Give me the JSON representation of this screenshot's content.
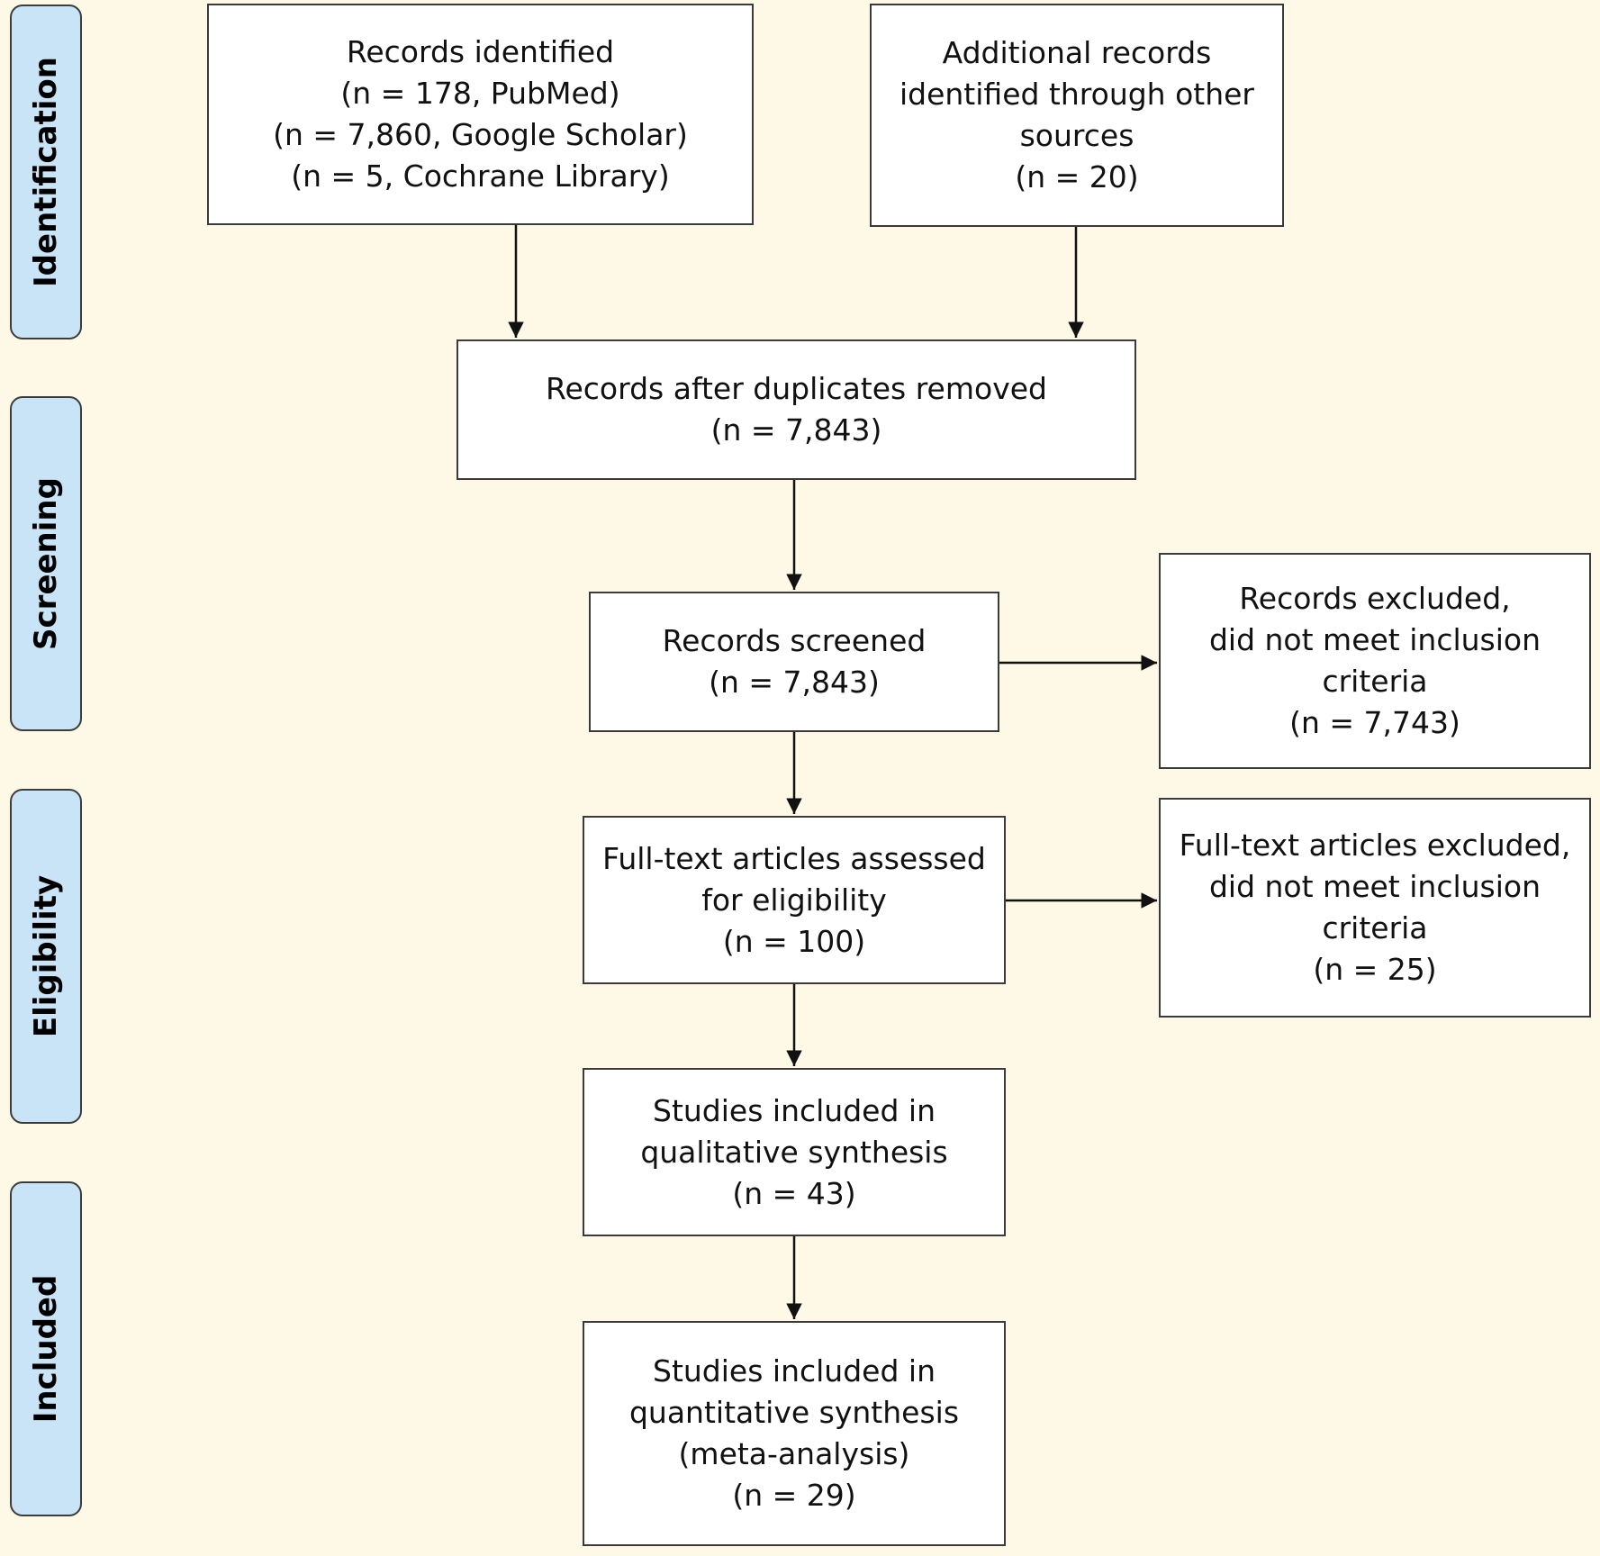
{
  "phases": {
    "identification": "Identification",
    "screening": "Screening",
    "eligibility": "Eligibility",
    "included": "Included"
  },
  "boxes": {
    "records_identified": [
      "Records identified",
      "(n = 178, PubMed)",
      "(n = 7,860, Google Scholar)",
      "(n = 5, Cochrane Library)"
    ],
    "additional_records": [
      "Additional records",
      "identified through other",
      "sources",
      "(n = 20)"
    ],
    "after_duplicates": [
      "Records after duplicates removed",
      "(n = 7,843)"
    ],
    "screened": [
      "Records screened",
      "(n = 7,843)"
    ],
    "records_excluded": [
      "Records excluded,",
      "did not meet inclusion",
      "criteria",
      "(n = 7,743)"
    ],
    "fulltext_assessed": [
      "Full-text articles assessed",
      "for eligibility",
      "(n = 100)"
    ],
    "fulltext_excluded": [
      "Full-text articles excluded,",
      "did not meet inclusion",
      "criteria",
      "(n = 25)"
    ],
    "qualitative": [
      "Studies included in",
      "qualitative synthesis",
      "(n = 43)"
    ],
    "quantitative": [
      "Studies included in",
      "quantitative synthesis",
      "(meta-analysis)",
      "(n = 29)"
    ]
  },
  "colors": {
    "background": "#fdf9e6",
    "phase_fill": "#c9e4f6",
    "box_fill": "#ffffff",
    "stroke": "#222222"
  }
}
